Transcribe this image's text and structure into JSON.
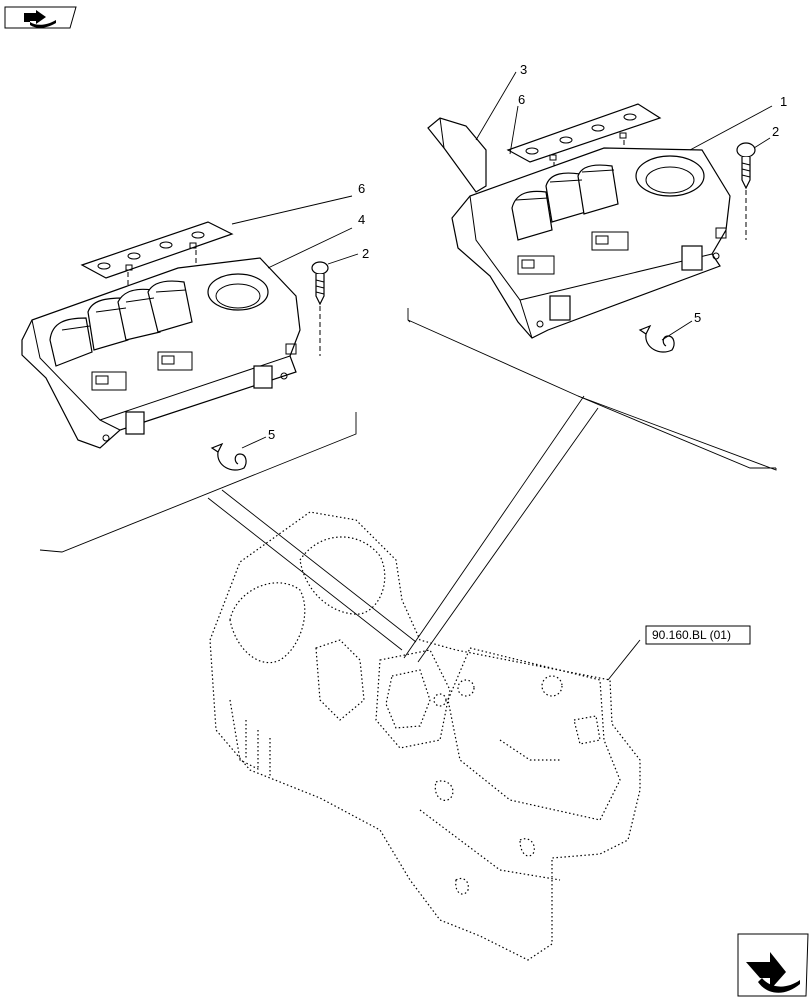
{
  "callouts": {
    "left_6": "6",
    "left_4": "4",
    "left_2": "2",
    "left_5": "5",
    "right_3": "3",
    "right_6": "6",
    "right_1": "1",
    "right_2": "2",
    "right_5": "5"
  },
  "reference_label": "90.160.BL (01)",
  "icons": {
    "top_left": "book-arrow-icon",
    "bottom_right": "navigation-arrow-icon"
  }
}
